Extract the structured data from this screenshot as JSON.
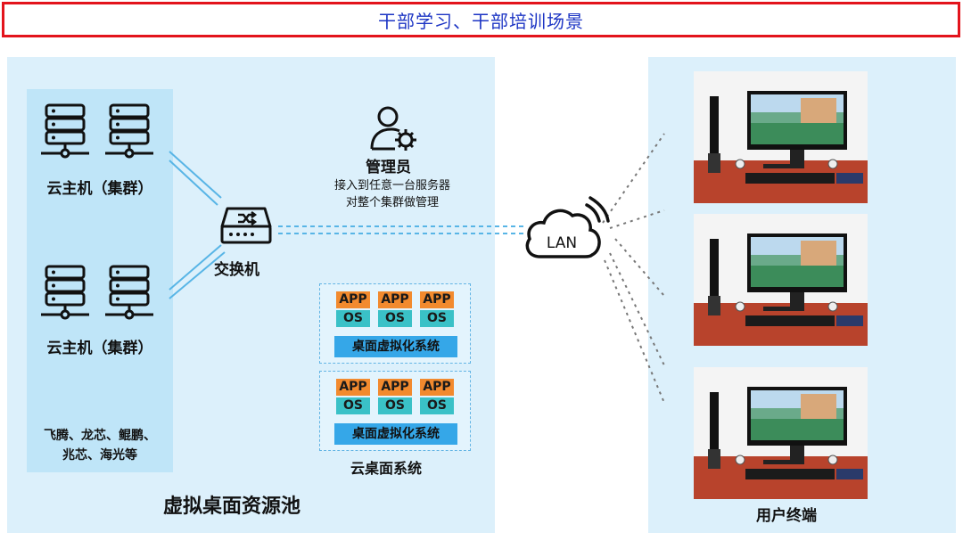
{
  "title": "干部学习、干部培训场景",
  "pool": {
    "label": "虚拟桌面资源池",
    "host_cluster_top": "云主机（集群）",
    "host_cluster_bottom": "云主机（集群）",
    "chips_line1": "飞腾、龙芯、鲲鹏、",
    "chips_line2": "兆芯、海光等",
    "switch_label": "交换机",
    "admin": {
      "title": "管理员",
      "line1": "接入到任意一台服务器",
      "line2": "对整个集群做管理"
    },
    "vdi_blocks": [
      {
        "app": [
          "APP",
          "APP",
          "APP"
        ],
        "os": [
          "OS",
          "OS",
          "OS"
        ],
        "label": "桌面虚拟化系统"
      },
      {
        "app": [
          "APP",
          "APP",
          "APP"
        ],
        "os": [
          "OS",
          "OS",
          "OS"
        ],
        "label": "桌面虚拟化系统"
      }
    ],
    "cloud_desktop_label": "云桌面系统"
  },
  "network": {
    "lan_label": "LAN"
  },
  "terminals": {
    "label": "用户终端",
    "count": 3
  },
  "colors": {
    "title_border": "#e3141c",
    "title_text": "#1d35c4",
    "pool_bg": "#dcf0fb",
    "host_column_bg": "#bfe5f8",
    "app_tile": "#f28a2e",
    "os_tile": "#3ac1c7",
    "vdi_label_bg": "#35a7e8"
  },
  "icons": [
    "server-icon",
    "switch-icon",
    "admin-gear-icon",
    "lan-cloud-icon",
    "desktop-computer-icon"
  ]
}
